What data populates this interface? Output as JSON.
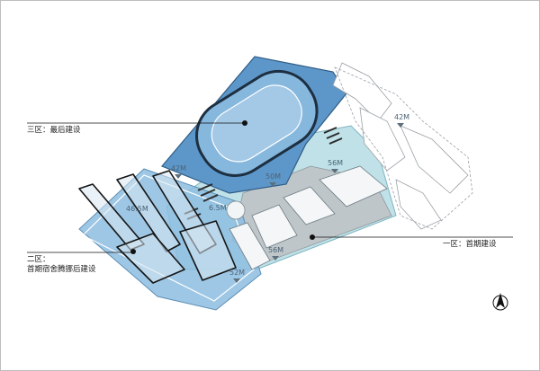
{
  "zones": {
    "zone3": {
      "label": "三区：最后建设"
    },
    "zone2": {
      "line1": "二区：",
      "line2": "首期宿舍腾挪后建设"
    },
    "zone1": {
      "label": "一区：首期建设"
    }
  },
  "heights": {
    "h42_right": "42M",
    "h42_left": "42M",
    "h50": "50M",
    "h56_top": "56M",
    "h46_5": "46.5M",
    "h6_5": "6.5M",
    "h56_mid": "56M",
    "h52": "52M"
  },
  "north_arrow": {
    "icon": "north-arrow-icon"
  },
  "colors": {
    "zone_blue": "#5d97c9",
    "zone_teal": "#b6dde4",
    "building_outline": "#1c1c1c"
  }
}
